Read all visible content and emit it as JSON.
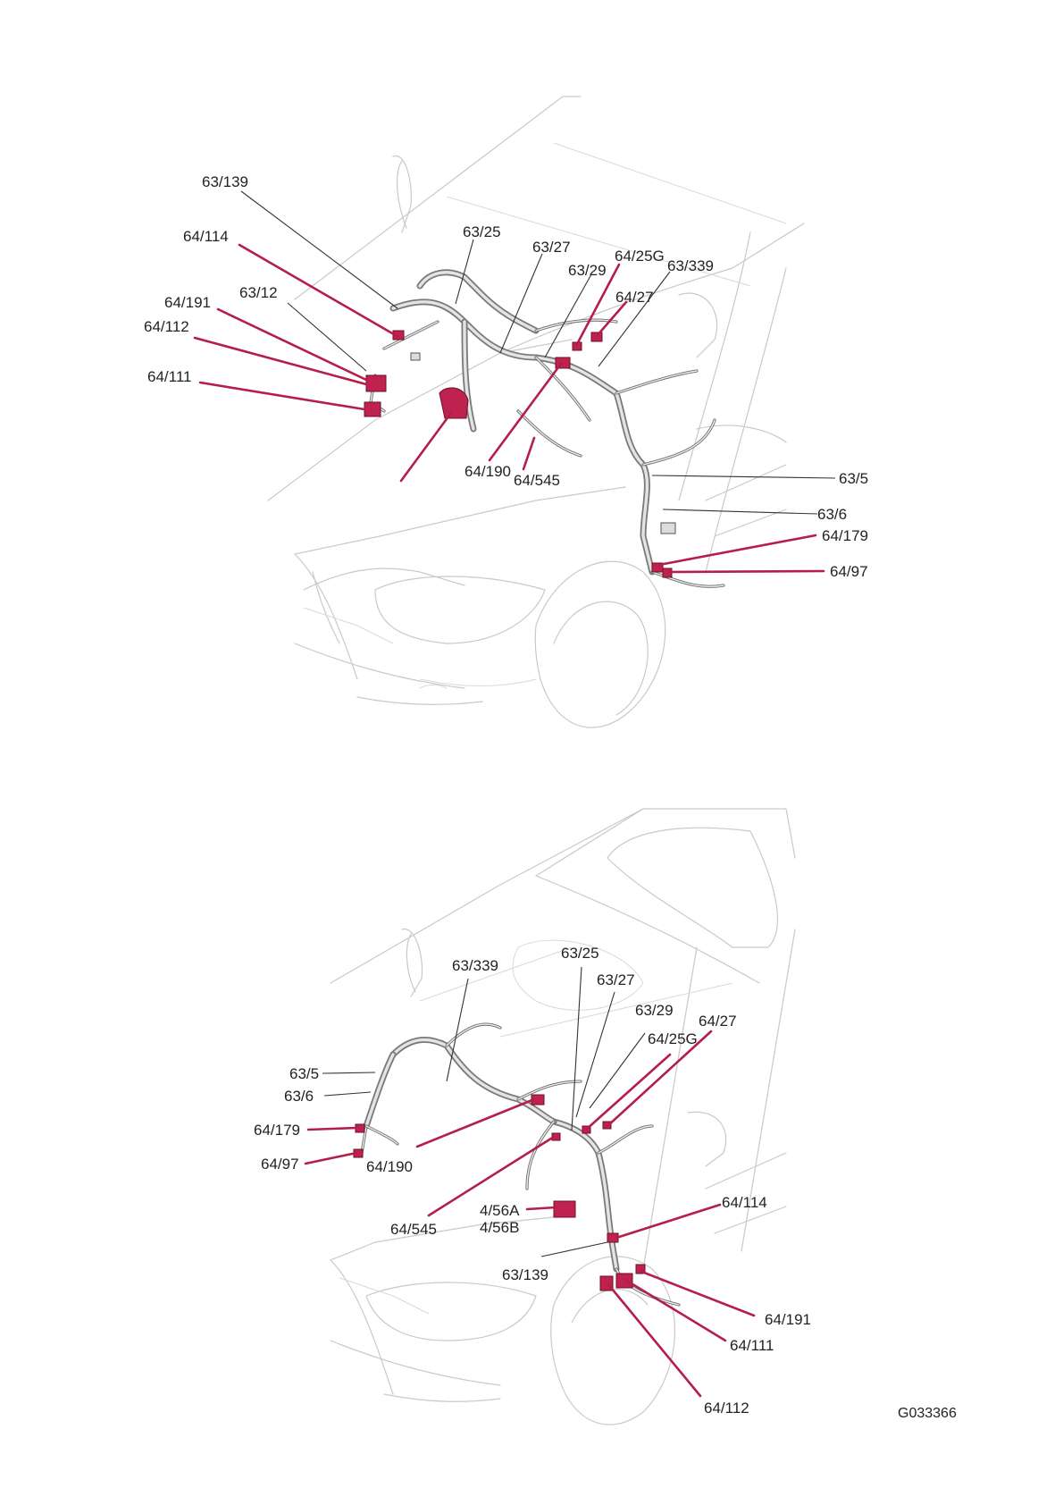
{
  "colors": {
    "accent_leader": "#b51e4a",
    "connector": "#c0224f",
    "harness": "#7a7a7a",
    "car_outline": "#c9c9c9",
    "text": "#222222"
  },
  "top_view": {
    "labels": {
      "l_63_139": "63/139",
      "l_64_114": "64/114",
      "l_63_25": "63/25",
      "l_63_27": "63/27",
      "l_64_25G": "64/25G",
      "l_63_339": "63/339",
      "l_63_29": "63/29",
      "l_64_191": "64/191",
      "l_63_12": "63/12",
      "l_64_27": "64/27",
      "l_64_112": "64/112",
      "l_64_111": "64/111",
      "l_64_190": "64/190",
      "l_64_545": "64/545",
      "l_63_5": "63/5",
      "l_63_6": "63/6",
      "l_64_179": "64/179",
      "l_64_97": "64/97"
    }
  },
  "bottom_view": {
    "labels": {
      "l_63_25": "63/25",
      "l_63_339": "63/339",
      "l_63_27": "63/27",
      "l_63_29": "63/29",
      "l_64_27": "64/27",
      "l_64_25G": "64/25G",
      "l_63_5": "63/5",
      "l_63_6": "63/6",
      "l_64_179": "64/179",
      "l_64_97": "64/97",
      "l_64_190": "64/190",
      "l_64_545": "64/545",
      "l_4_56A": "4/56A",
      "l_4_56B": "4/56B",
      "l_64_114": "64/114",
      "l_63_139": "63/139",
      "l_64_191": "64/191",
      "l_64_111": "64/111",
      "l_64_112": "64/112"
    }
  },
  "reference_code": "G033366"
}
